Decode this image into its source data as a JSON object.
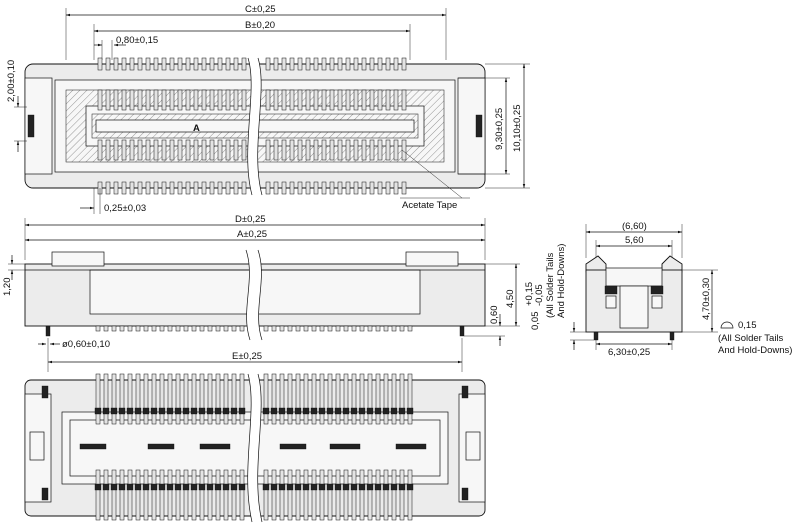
{
  "views": {
    "top": {
      "dim_c": "C±0,25",
      "dim_b": "B±0,20",
      "dim_pitch": "0,80±0,15",
      "dim_2_00": "2,00±0,10",
      "dim_9_30": "9,30±0,25",
      "dim_10_10": "10,10±0,25",
      "dim_0_25": "0,25±0,03",
      "label_tape": "Acetate Tape",
      "polarity_mark": "A"
    },
    "front": {
      "dim_d": "D±0,25",
      "dim_a": "A±0,25",
      "dim_1_20": "1,20",
      "dim_4_50": "4,50",
      "dim_0_60": "0,60",
      "dim_dia": "ø0,60±0,10",
      "dim_e": "E±0,25"
    },
    "side": {
      "dim_6_60": "(6,60)",
      "dim_5_60": "5,60",
      "dim_tol_base": "0,05",
      "dim_tol_plus": "+0,15",
      "dim_tol_minus": "-0,05",
      "dim_tol_note_1": "(All Solder Tails",
      "dim_tol_note_2": "And Hold-Downs)",
      "dim_4_70": "4,70±0,30",
      "dim_6_30": "6,30±0,25",
      "coplanarity": "0,15",
      "note_1": "(All Solder Tails",
      "note_2": "And Hold-Downs)"
    }
  }
}
